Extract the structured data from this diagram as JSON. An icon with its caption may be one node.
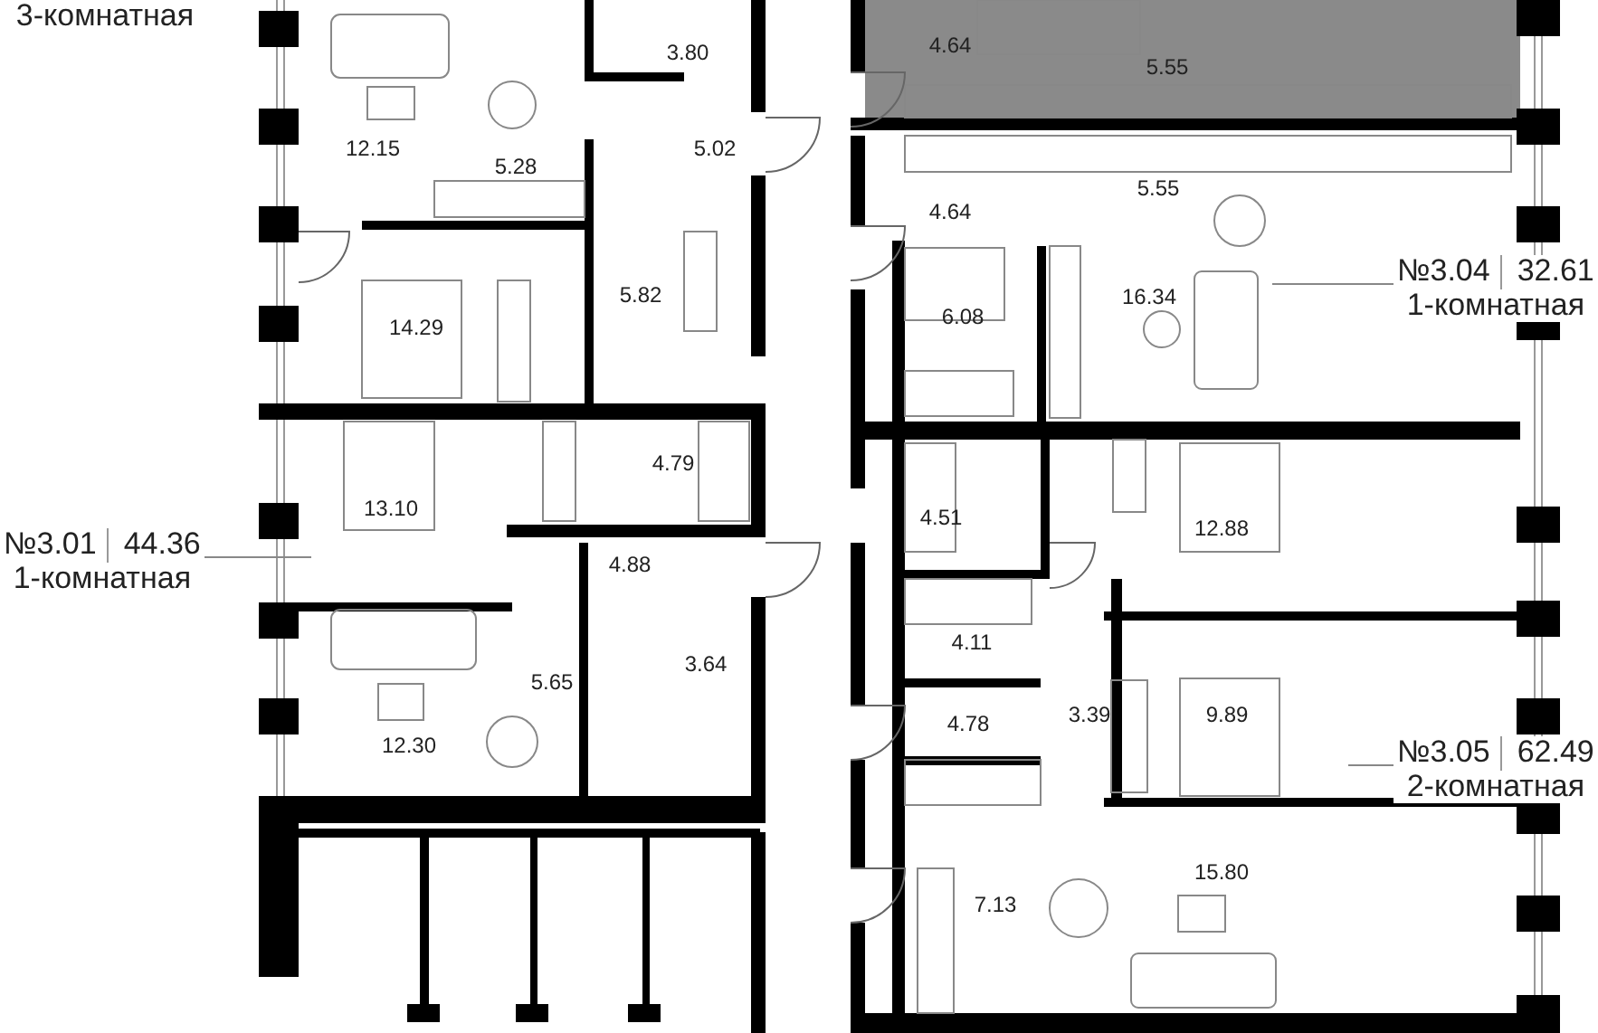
{
  "diagram": {
    "nodes": [
      {
        "text": [
          "№3.01",
          "44.36",
          "1-комнатная"
        ]
      },
      {
        "text": [
          "№3.04",
          "32.61",
          "1-комнатная"
        ]
      },
      {
        "text": [
          "№3.05",
          "62.49",
          "2-комнатная"
        ]
      }
    ],
    "edges": [
      {
        "from": 0,
        "to": null,
        "arrow": "none"
      },
      {
        "from": 1,
        "to": null,
        "arrow": "none"
      },
      {
        "from": 2,
        "to": null,
        "arrow": "none"
      }
    ],
    "labels": [
      "3-комнатная",
      "3.80",
      "12.15",
      "5.02",
      "5.28",
      "14.29",
      "5.82",
      "13.10",
      "4.79",
      "4.88",
      "5.65",
      "3.64",
      "12.30",
      "4.64",
      "5.55",
      "5.55",
      "4.64",
      "16.34",
      "6.08",
      "4.51",
      "12.88",
      "4.11",
      "3.39",
      "4.78",
      "9.89",
      "15.80",
      "7.13"
    ]
  }
}
